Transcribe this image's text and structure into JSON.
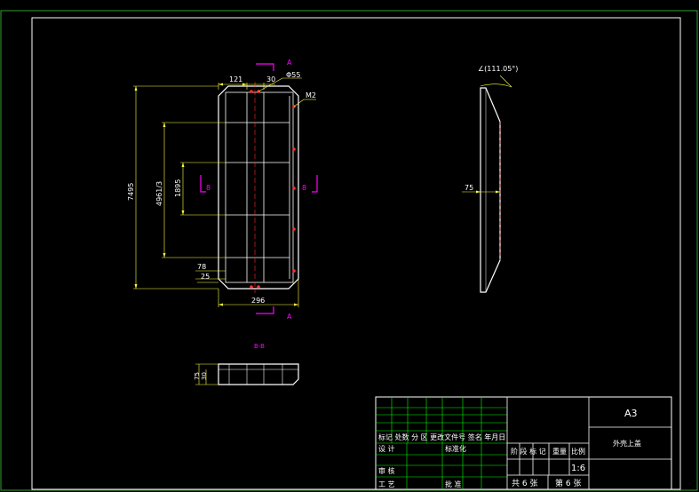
{
  "colors": {
    "background": "#000000",
    "frame": "#ffffff",
    "outer_border": "#2f9f2f",
    "part": "#ffffff",
    "dimension": "#ffff40",
    "section_mark": "#ff00ff",
    "centerline": "#ff3030",
    "title_grid": "#00ff00"
  },
  "front_view": {
    "dims": {
      "top_width": "121",
      "top_offset": "30",
      "hole": "Φ55",
      "thread": "M2",
      "overall_height": "7495",
      "inner_height": "4961/3",
      "mid_height": "1895",
      "bottom_offset": "78",
      "bottom_gap": "25",
      "overall_width": "296"
    },
    "section_labels": {
      "top": "A",
      "bottom": "A",
      "left": "8",
      "right": "8"
    }
  },
  "side_view": {
    "angle": "∠(111.05°)",
    "thickness": "75"
  },
  "section_view": {
    "title": "B-B",
    "dim_a": "75",
    "dim_b": "30"
  },
  "title_block": {
    "sheet_size": "A3",
    "part_name": "外壳上盖",
    "revision_header": "标记 处数 分  区 更改文件号  签名 年月日",
    "design": "设  计",
    "standardization": "标准化",
    "review": "审  核",
    "process": "工  艺",
    "approve": "批  准",
    "stage_mark": "阶 段 标 记",
    "weight": "重量",
    "scale_label": "比例",
    "scale": "1:6",
    "total_sheets": "共 6 张",
    "sheet_no": "第 6 张"
  }
}
